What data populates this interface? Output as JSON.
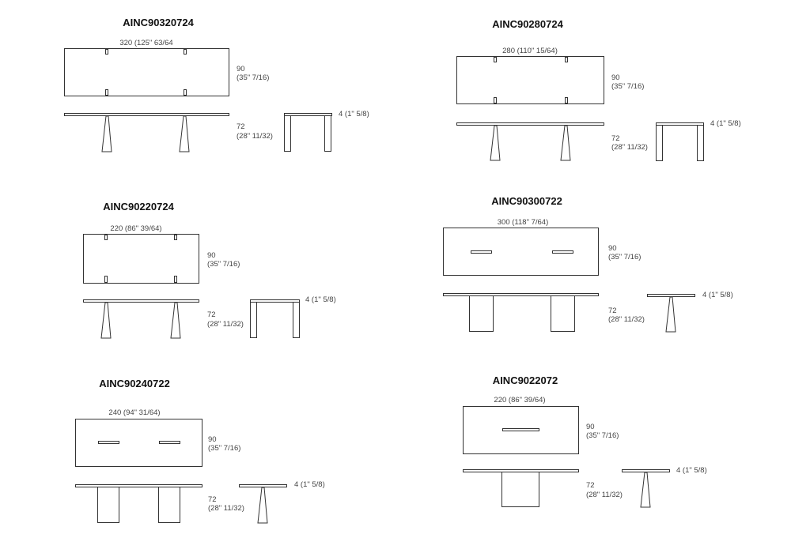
{
  "tables": [
    {
      "code": "AINC90320724",
      "width": "320 (125\" 63/64",
      "depth": [
        "90",
        "(35\" 7/16)"
      ],
      "height": [
        "72",
        "(28\" 11/32)"
      ],
      "thickness": "4 (1\" 5/8)"
    },
    {
      "code": "AINC90280724",
      "width": "280 (110\" 15/64)",
      "depth": [
        "90",
        "(35\" 7/16)"
      ],
      "height": [
        "72",
        "(28\" 11/32)"
      ],
      "thickness": "4 (1\" 5/8)"
    },
    {
      "code": "AINC90220724",
      "width": "220 (86\" 39/64)",
      "depth": [
        "90",
        "(35\" 7/16)"
      ],
      "height": [
        "72",
        "(28\" 11/32)"
      ],
      "thickness": "4 (1\" 5/8)"
    },
    {
      "code": "AINC90300722",
      "width": "300 (118\" 7/64)",
      "depth": [
        "90",
        "(35\" 7/16)"
      ],
      "height": [
        "72",
        "(28\" 11/32)"
      ],
      "thickness": "4 (1\" 5/8)"
    },
    {
      "code": "AINC90240722",
      "width": "240 (94\" 31/64)",
      "depth": [
        "90",
        "(35\" 7/16)"
      ],
      "height": [
        "72",
        "(28\" 11/32)"
      ],
      "thickness": "4 (1\" 5/8)"
    },
    {
      "code": "AINC9022072",
      "width": "220 (86\" 39/64)",
      "depth": [
        "90",
        "(35\" 7/16)"
      ],
      "height": [
        "72",
        "(28\" 11/32)"
      ],
      "thickness": "4 (1\" 5/8)"
    }
  ]
}
